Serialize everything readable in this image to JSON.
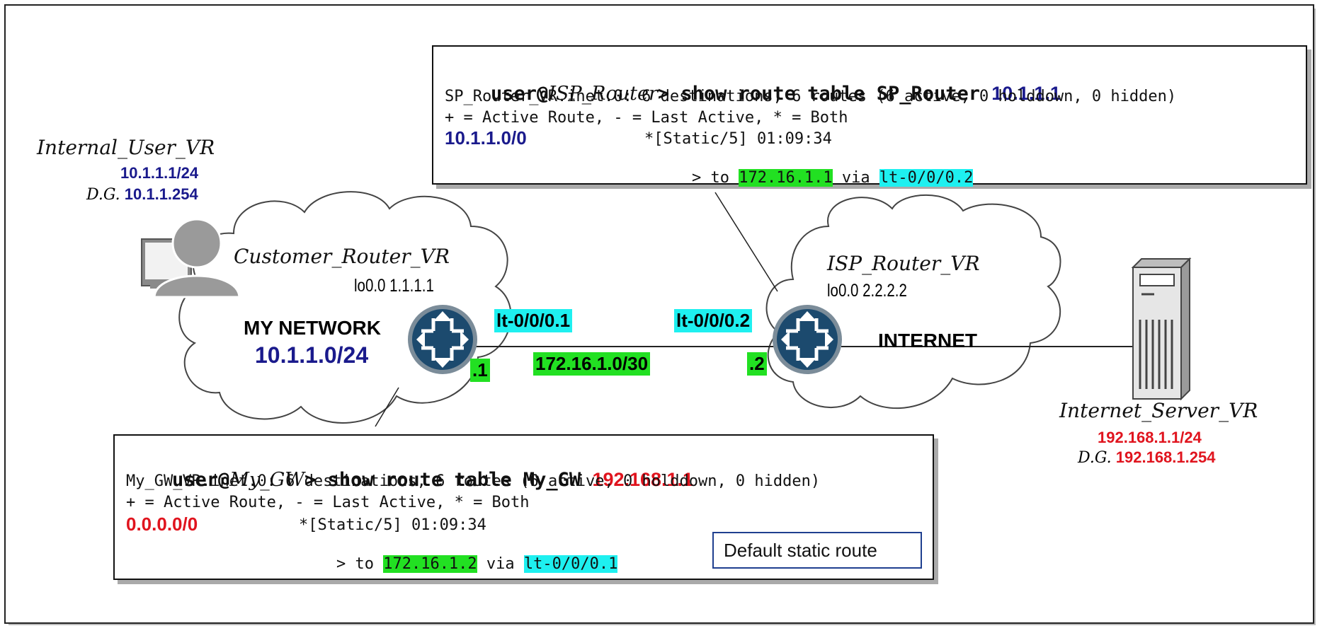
{
  "internal_user": {
    "name": "Internal_User_VR",
    "ip": "10.1.1.1/24",
    "dg_label": "D.G.",
    "dg": "10.1.1.254"
  },
  "customer_router": {
    "name": "Customer_Router_VR",
    "loopback": "lo0.0 1.1.1.1",
    "network_label": "MY NETWORK",
    "network": "10.1.1.0/24"
  },
  "isp_router": {
    "name": "ISP_Router_VR",
    "loopback": "lo0.0 2.2.2.2",
    "network_label": "INTERNET"
  },
  "internet_server": {
    "name": "Internet_Server_VR",
    "ip": "192.168.1.1/24",
    "dg_label": "D.G.",
    "dg": "192.168.1.254"
  },
  "link": {
    "left_if": "lt-0/0/0.1",
    "right_if": "lt-0/0/0.2",
    "subnet": "172.16.1.0/30",
    "left_host": ".1",
    "right_host": ".2"
  },
  "isp_terminal": {
    "prompt_user": "user@",
    "prompt_host": "ISP_Router",
    "prompt_rest": "> show route table SP_Router ",
    "query": "10.1.1.1",
    "line1": "SP_Router_VR.inet.0: 6 destinations, 6 routes (6 active, 0 holddown, 0 hidden)",
    "line2": "+ = Active Route, - = Last Active, * = Both",
    "prefix": "10.1.1.0/0",
    "entry": "*[Static/5] 01:09:34",
    "nh_pre": "> to ",
    "nh_ip": "172.16.1.1",
    "nh_via": " via ",
    "nh_if": "lt-0/0/0.2"
  },
  "gw_terminal": {
    "prompt_user": "user@",
    "prompt_host": "My_GW",
    "prompt_rest": "> show route table My_GW ",
    "query": "192.168.1.1",
    "line1": "My_GW_VR.inet.0: 6 destinations, 6 routes (6 active, 0 holddown, 0 hidden)",
    "line2": "+ = Active Route, - = Last Active, * = Both",
    "prefix": "0.0.0.0/0",
    "entry": "*[Static/5] 01:09:34",
    "nh_pre": "> to ",
    "nh_ip": "172.16.1.2",
    "nh_via": " via ",
    "nh_if": "lt-0/0/0.1"
  },
  "note": "Default static route",
  "colors": {
    "router": "#1c4a6e",
    "blue": "#1a1a8c",
    "red": "#e0141e",
    "green": "#22e022",
    "cyan": "#1ef0f0"
  }
}
